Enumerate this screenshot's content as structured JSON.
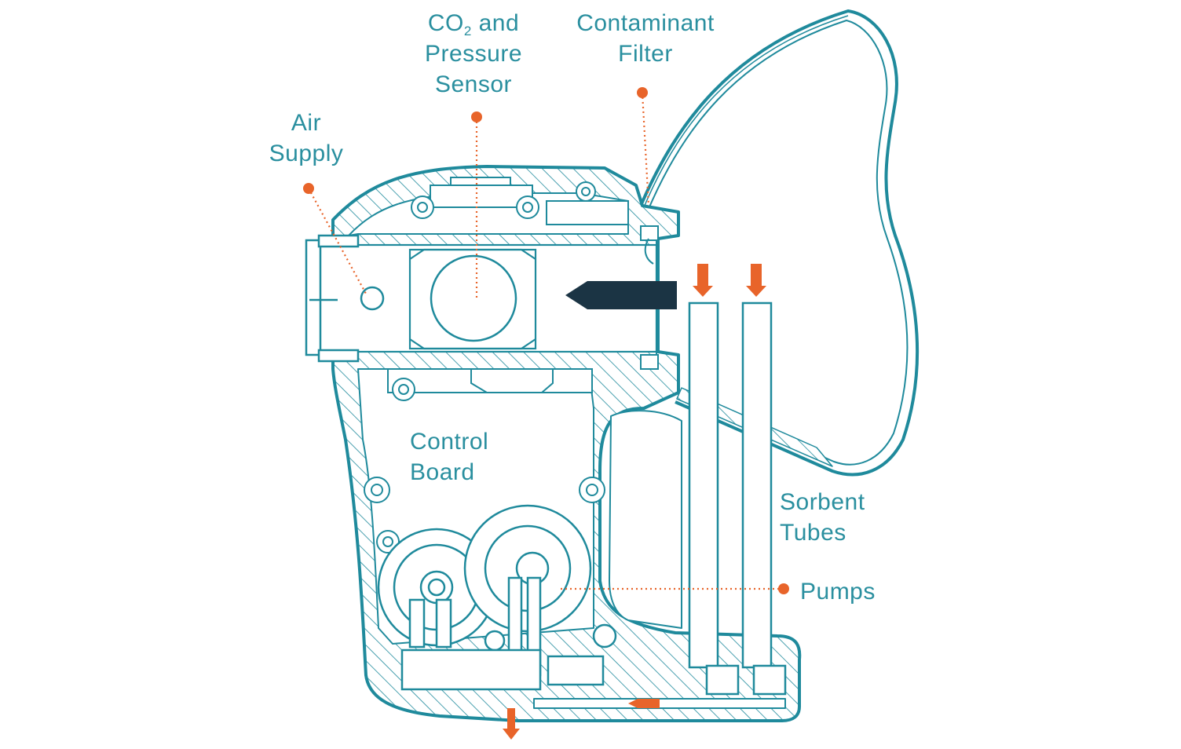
{
  "colors": {
    "outline": "#1f8a9c",
    "hatch": "#1f8a9c",
    "leader": "#e8642a",
    "arrow_dark": "#1b3444",
    "background": "#ffffff"
  },
  "labels": {
    "air_supply_line1": "Air",
    "air_supply_line2": "Supply",
    "co2_prefix": "CO",
    "co2_subscript": "2",
    "co2_suffix": " and",
    "co2_line2": "Pressure",
    "co2_line3": "Sensor",
    "contaminant_line1": "Contaminant",
    "contaminant_line2": "Filter",
    "control_line1": "Control",
    "control_line2": "Board",
    "sorbent_line1": "Sorbent",
    "sorbent_line2": "Tubes",
    "pumps": "Pumps"
  }
}
